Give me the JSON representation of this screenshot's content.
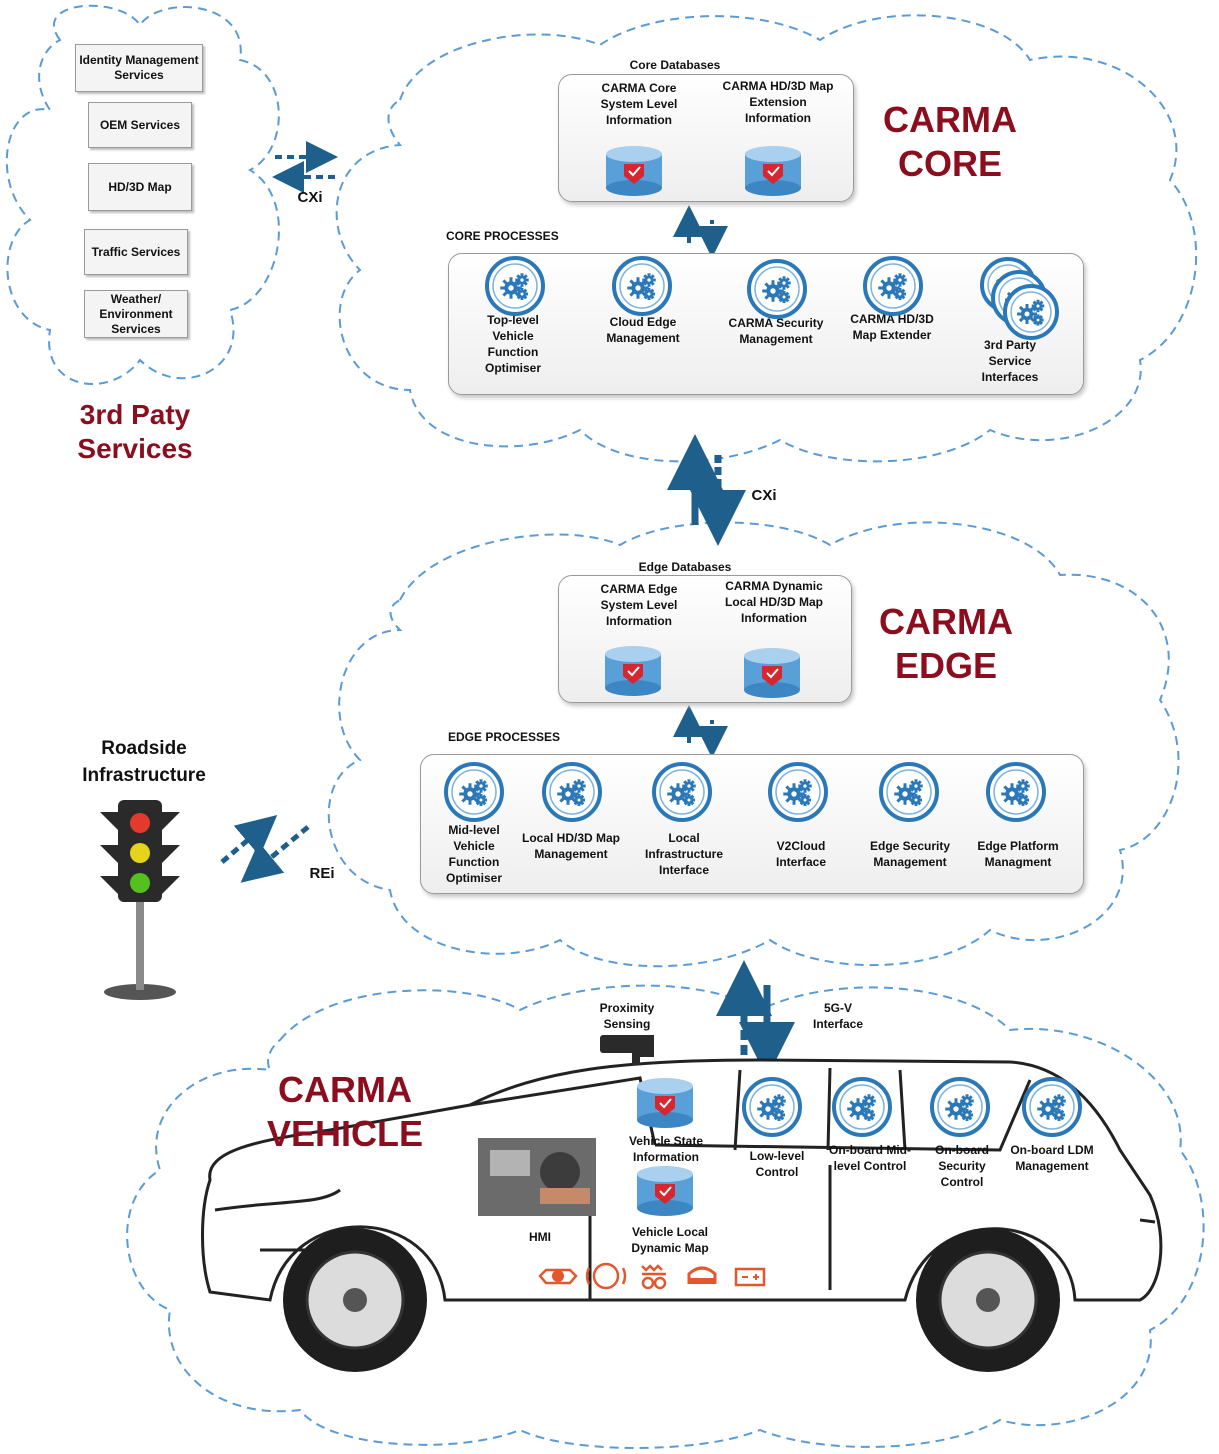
{
  "third_party": {
    "title_line1": "3rd Paty",
    "title_line2": "Services",
    "services": [
      "Identity Management Services",
      "OEM Services",
      "HD/3D Map",
      "Traffic Services",
      "Weather/ Environment Services"
    ]
  },
  "core": {
    "title_line1": "CARMA",
    "title_line2": "CORE",
    "databases_label": "Core Databases",
    "databases": [
      "CARMA Core System Level Information",
      "CARMA HD/3D Map Extension Information"
    ],
    "processes_label": "CORE PROCESSES",
    "processes": [
      "Top-level Vehicle Function Optimiser",
      "Cloud Edge Management",
      "CARMA Security Management",
      "CARMA HD/3D Map Extender",
      "3rd Party Service Interfaces"
    ]
  },
  "edge": {
    "title_line1": "CARMA",
    "title_line2": "EDGE",
    "databases_label": "Edge Databases",
    "databases": [
      "CARMA Edge System Level Information",
      "CARMA Dynamic Local HD/3D Map Information"
    ],
    "processes_label": "EDGE PROCESSES",
    "processes": [
      "Mid-level Vehicle Function Optimiser",
      "Local HD/3D Map Management",
      "Local Infrastructure Interface",
      "V2Cloud Interface",
      "Edge Security Management",
      "Edge Platform Managment"
    ]
  },
  "vehicle": {
    "title_line1": "CARMA",
    "title_line2": "VEHICLE",
    "proximity": "Proximity Sensing",
    "state_db": "Vehicle State Information",
    "ldm_db": "Vehicle Local Dynamic Map",
    "hmi": "HMI",
    "processes": [
      "Low-level Control",
      "On-board Mid-level Control",
      "On-board Security Control",
      "On-board LDM Management"
    ],
    "dash_icons": [
      "engine-stop-icon",
      "abs-icon",
      "heater-icon",
      "seat-belt-icon",
      "battery-icon"
    ]
  },
  "roadside": {
    "title_line1": "Roadside",
    "title_line2": "Infrastructure"
  },
  "interfaces": {
    "cxi_top": "CXi",
    "cxi_mid": "CXi",
    "rei": "REi",
    "fivegv_line1": "5G-V",
    "fivegv_line2": "Interface"
  },
  "colors": {
    "title_red": "#8b0d1e",
    "cloud_dash": "#5b9bd5",
    "arrow_blue": "#1f5f8b",
    "icon_blue": "#2a78b8",
    "dash_orange": "#e2582c"
  }
}
